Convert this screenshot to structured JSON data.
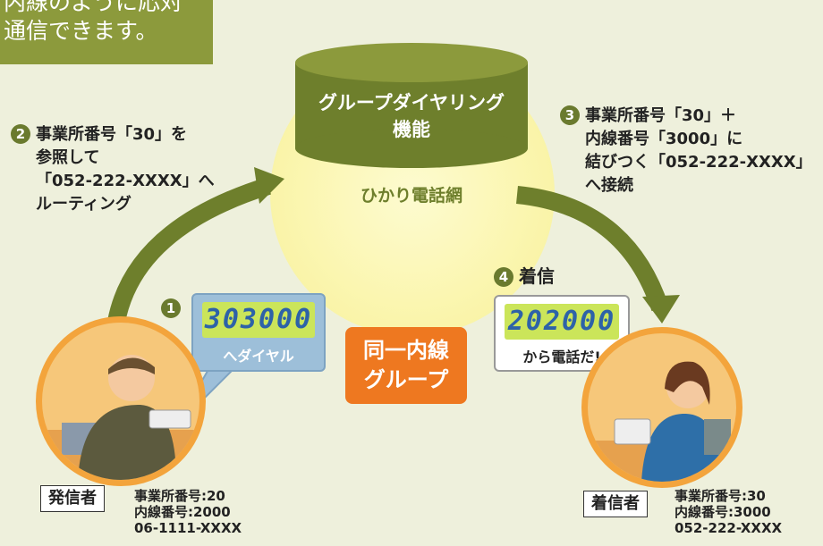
{
  "banner": {
    "line1": "内線のように応対",
    "line2": "通信できます。"
  },
  "network": {
    "function_line1": "グループダイヤリング",
    "function_line2": "機能",
    "name": "ひかり電話網"
  },
  "steps": [
    {
      "num": "2",
      "lines": [
        "事業所番号「30」を",
        "参照して",
        "「052-222-XXXX」へ",
        "ルーティング"
      ]
    },
    {
      "num": "3",
      "lines": [
        "事業所番号「30」＋",
        "内線番号「3000」に",
        "結びつく「052-222-XXXX」",
        "へ接続"
      ]
    },
    {
      "num": "4",
      "text": "着信"
    },
    {
      "num": "1"
    }
  ],
  "caller_display": {
    "digits": "303000",
    "caption": "へダイヤル"
  },
  "callee_display": {
    "digits": "202000",
    "caption": "から電話だ!"
  },
  "group_box": {
    "line1": "同一内線",
    "line2": "グループ"
  },
  "caller": {
    "tag": "発信者",
    "office": "事業所番号:20",
    "extension": "内線番号:2000",
    "phone": "06-1111-XXXX"
  },
  "callee": {
    "tag": "着信者",
    "office": "事業所番号:30",
    "extension": "内線番号:3000",
    "phone": "052-222-XXXX"
  },
  "colors": {
    "banner": "#8c9a3c",
    "arrow": "#6e7f2c",
    "accent": "#ee7820",
    "lcd": "#cbe55a"
  }
}
